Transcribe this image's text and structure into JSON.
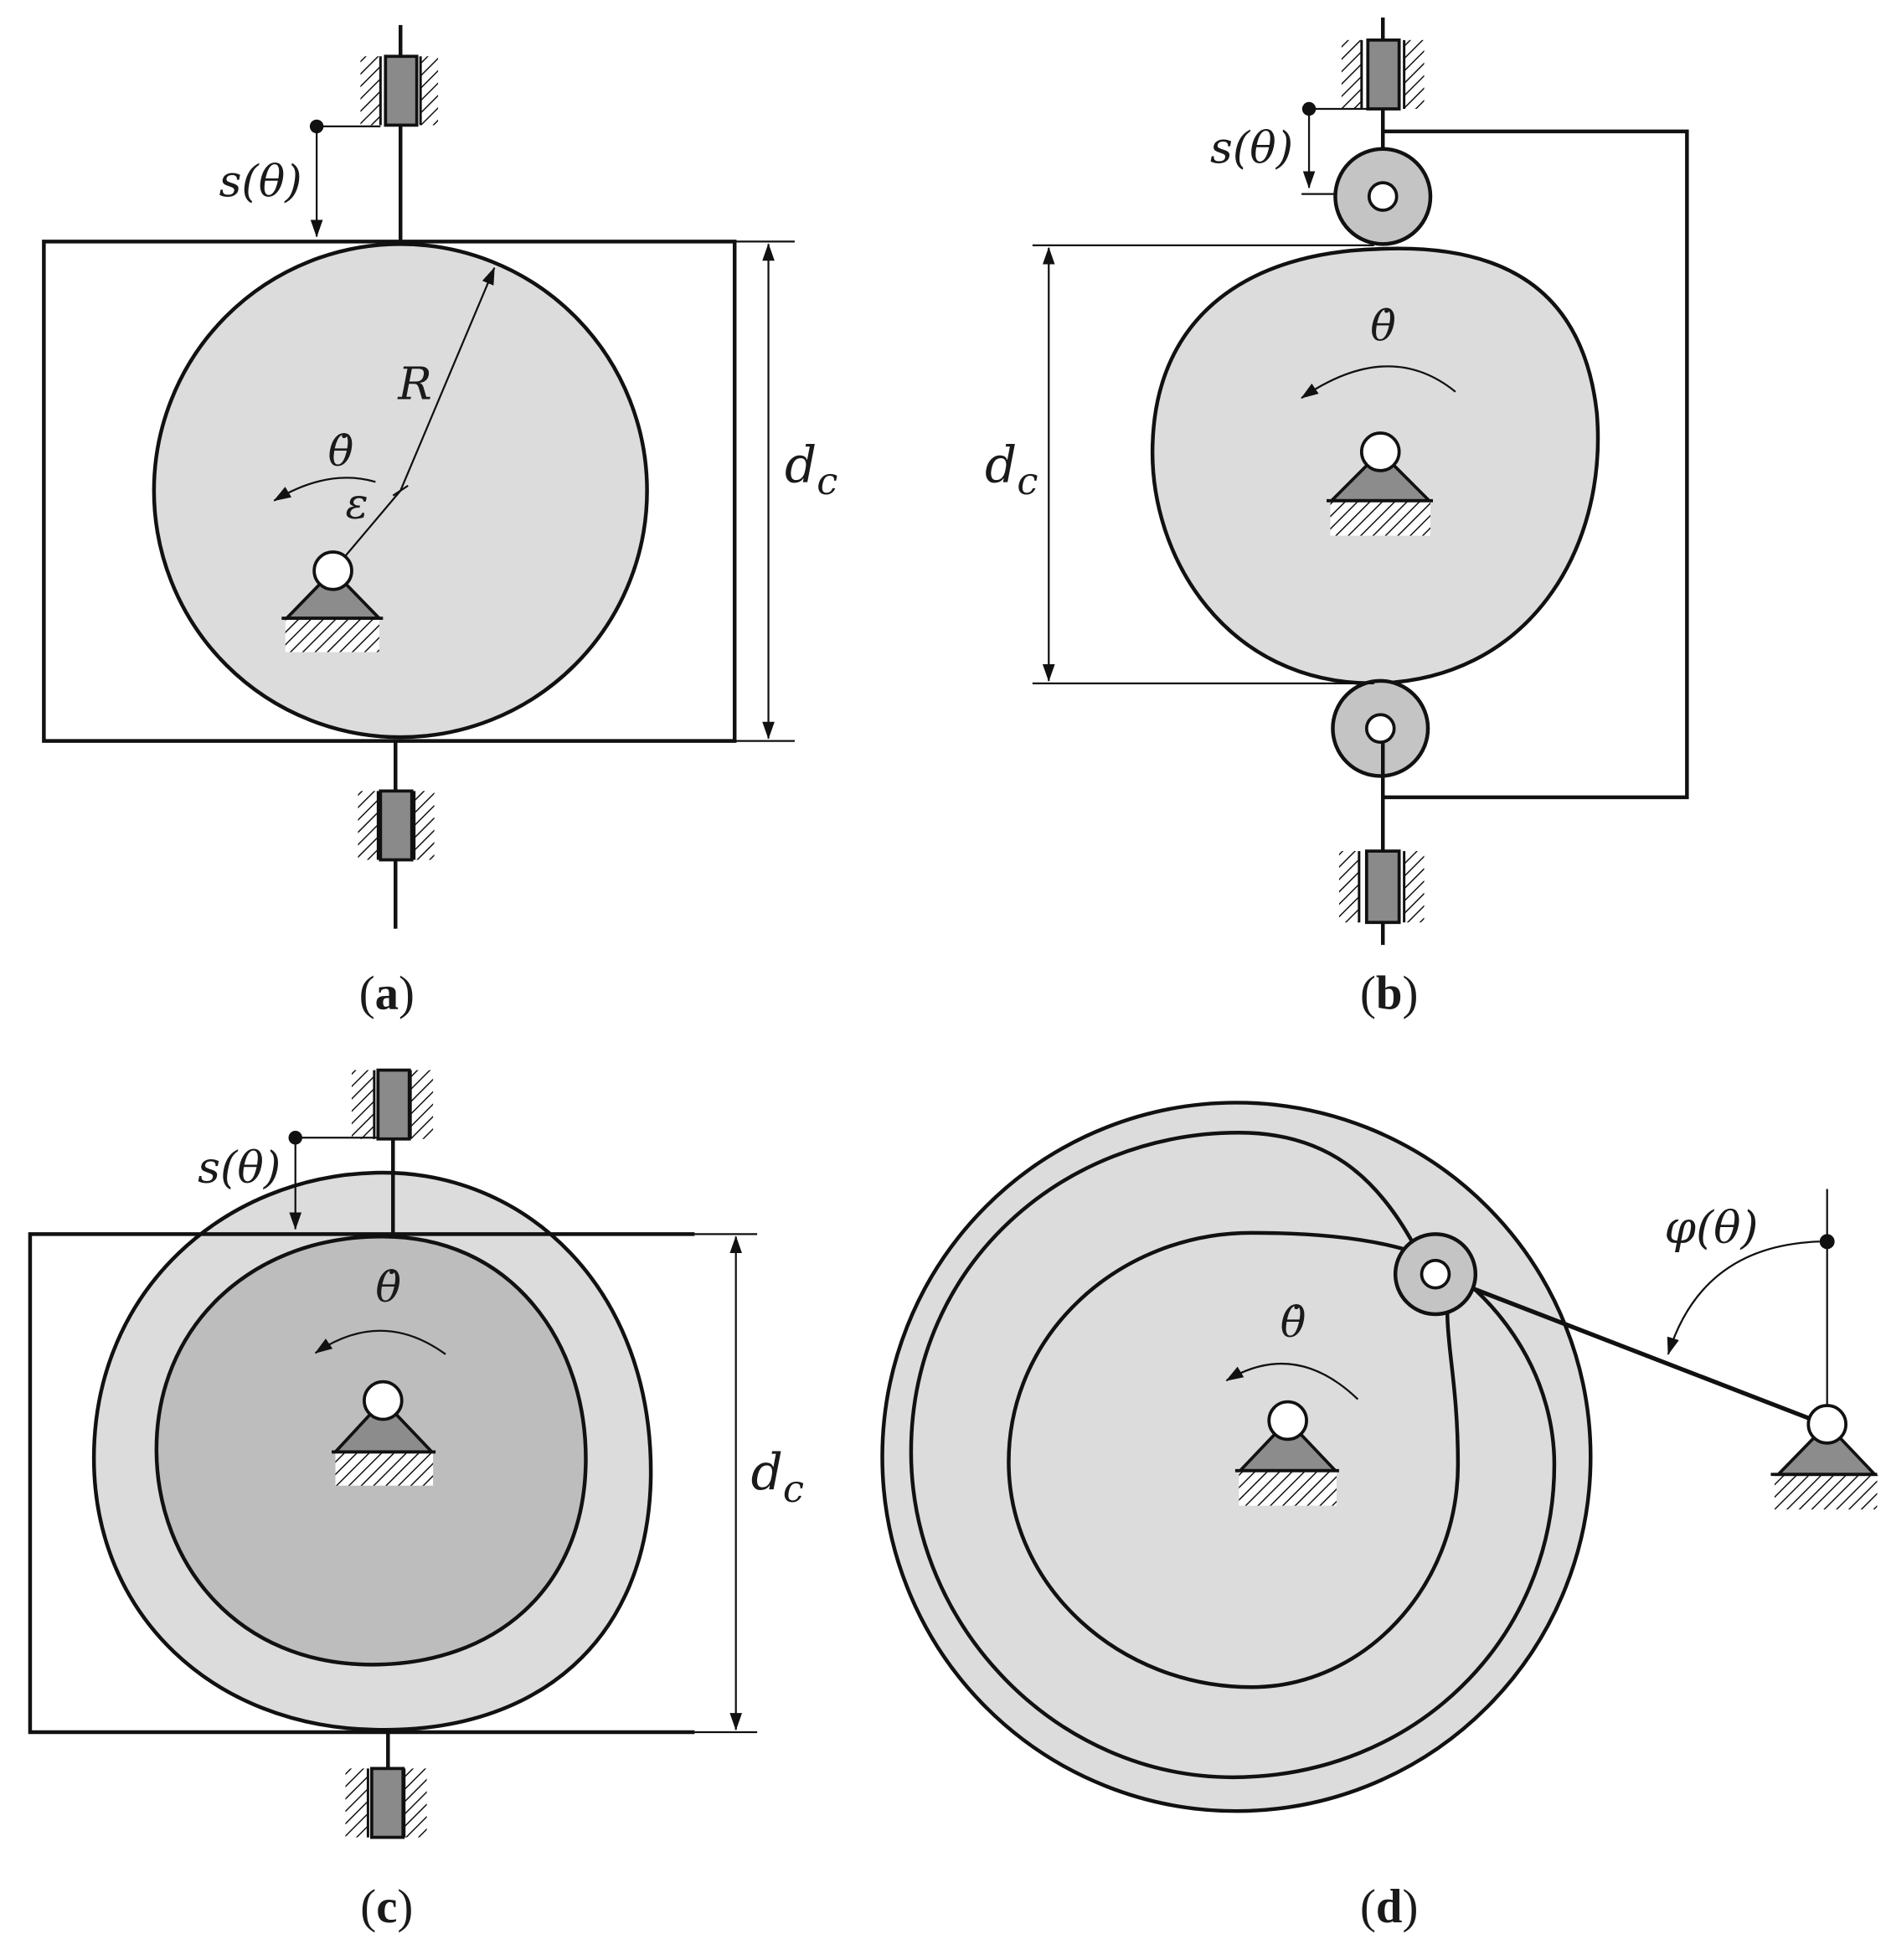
{
  "colors": {
    "stroke": "#111111",
    "cam_fill": "#dcdcdc",
    "cam_dark_fill": "#bdbdbd",
    "roller_fill": "#c4c4c4",
    "guide_fill": "#8a8a8a",
    "support_fill": "#8c8c8c",
    "background": "#ffffff"
  },
  "labels": {
    "s_theta": "s(θ)",
    "theta_dot": "θ̇",
    "radius": "R",
    "eccentricity": "ε",
    "d": "d",
    "c": "c",
    "phi_theta": "φ(θ)"
  },
  "captions": {
    "a": {
      "open": "(",
      "letter": "a",
      "close": ")"
    },
    "b": {
      "open": "(",
      "letter": "b",
      "close": ")"
    },
    "c": {
      "open": "(",
      "letter": "c",
      "close": ")"
    },
    "d": {
      "open": "(",
      "letter": "d",
      "close": ")"
    }
  },
  "icons": {
    "pivot": "pin-support-icon",
    "slider": "guided-slider-icon",
    "roller": "roller-follower-icon",
    "rotation": "curved-arrow-icon"
  }
}
